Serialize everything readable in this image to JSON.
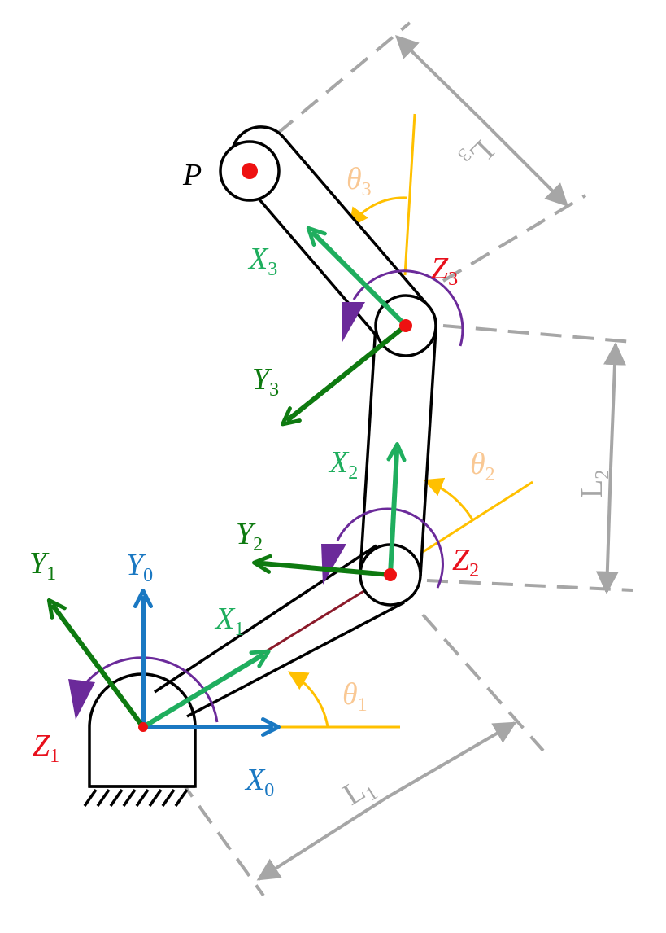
{
  "colors": {
    "link": "#000000",
    "joint": "#ee1111",
    "base_frame": "#1a78c2",
    "link_x": "#1fae5e",
    "link_y": "#0e7a10",
    "z_label": "#e8101c",
    "rotation_arc": "#6b2a9a",
    "angle": "#ffc000",
    "angle_label": "#f9c894",
    "dimension": "#a6a6a6",
    "centerline": "#8b1a2a"
  },
  "labels": {
    "point": "P",
    "y0": {
      "base": "Y",
      "sub": "0"
    },
    "x0": {
      "base": "X",
      "sub": "0"
    },
    "y1": {
      "base": "Y",
      "sub": "1"
    },
    "x1": {
      "base": "X",
      "sub": "1"
    },
    "z1": {
      "base": "Z",
      "sub": "1"
    },
    "y2": {
      "base": "Y",
      "sub": "2"
    },
    "x2": {
      "base": "X",
      "sub": "2"
    },
    "z2": {
      "base": "Z",
      "sub": "2"
    },
    "y3": {
      "base": "Y",
      "sub": "3"
    },
    "x3": {
      "base": "X",
      "sub": "3"
    },
    "z3": {
      "base": "Z",
      "sub": "3"
    },
    "theta1": {
      "base": "θ",
      "sub": "1"
    },
    "theta2": {
      "base": "θ",
      "sub": "2"
    },
    "theta3": {
      "base": "θ",
      "sub": "3"
    },
    "l1": {
      "base": "L",
      "sub": "1"
    },
    "l2": {
      "base": "L",
      "sub": "2"
    },
    "l3": {
      "base": "L",
      "sub": "3"
    }
  }
}
